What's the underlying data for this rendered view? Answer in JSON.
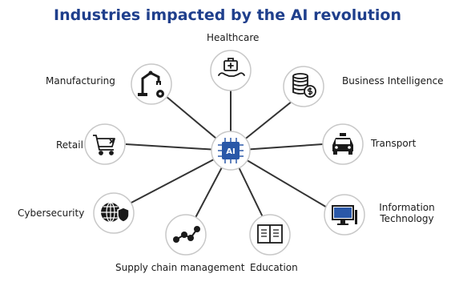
{
  "title": "Industries impacted by the AI revolution",
  "hub": {
    "label": "AI",
    "icon": "ai-chip-icon"
  },
  "colors": {
    "title": "#1f3f8c",
    "line": "#333333",
    "circle_border": "#c8c8c8",
    "icon": "#1a1a1a",
    "hub_accent": "#2a58a8"
  },
  "nodes": [
    {
      "label": "Healthcare",
      "icon": "medical-kit-hand-icon"
    },
    {
      "label": "Business Intelligence",
      "icon": "coin-stack-icon"
    },
    {
      "label": "Transport",
      "icon": "taxi-car-icon"
    },
    {
      "label": "Information Technology",
      "icon": "computer-monitor-icon"
    },
    {
      "label": "Education",
      "icon": "open-book-icon"
    },
    {
      "label": "Supply chain management",
      "icon": "supply-chain-icon"
    },
    {
      "label": "Cybersecurity",
      "icon": "globe-shield-icon"
    },
    {
      "label": "Retail",
      "icon": "shopping-cart-icon"
    },
    {
      "label": "Manufacturing",
      "icon": "robot-arm-icon"
    }
  ]
}
